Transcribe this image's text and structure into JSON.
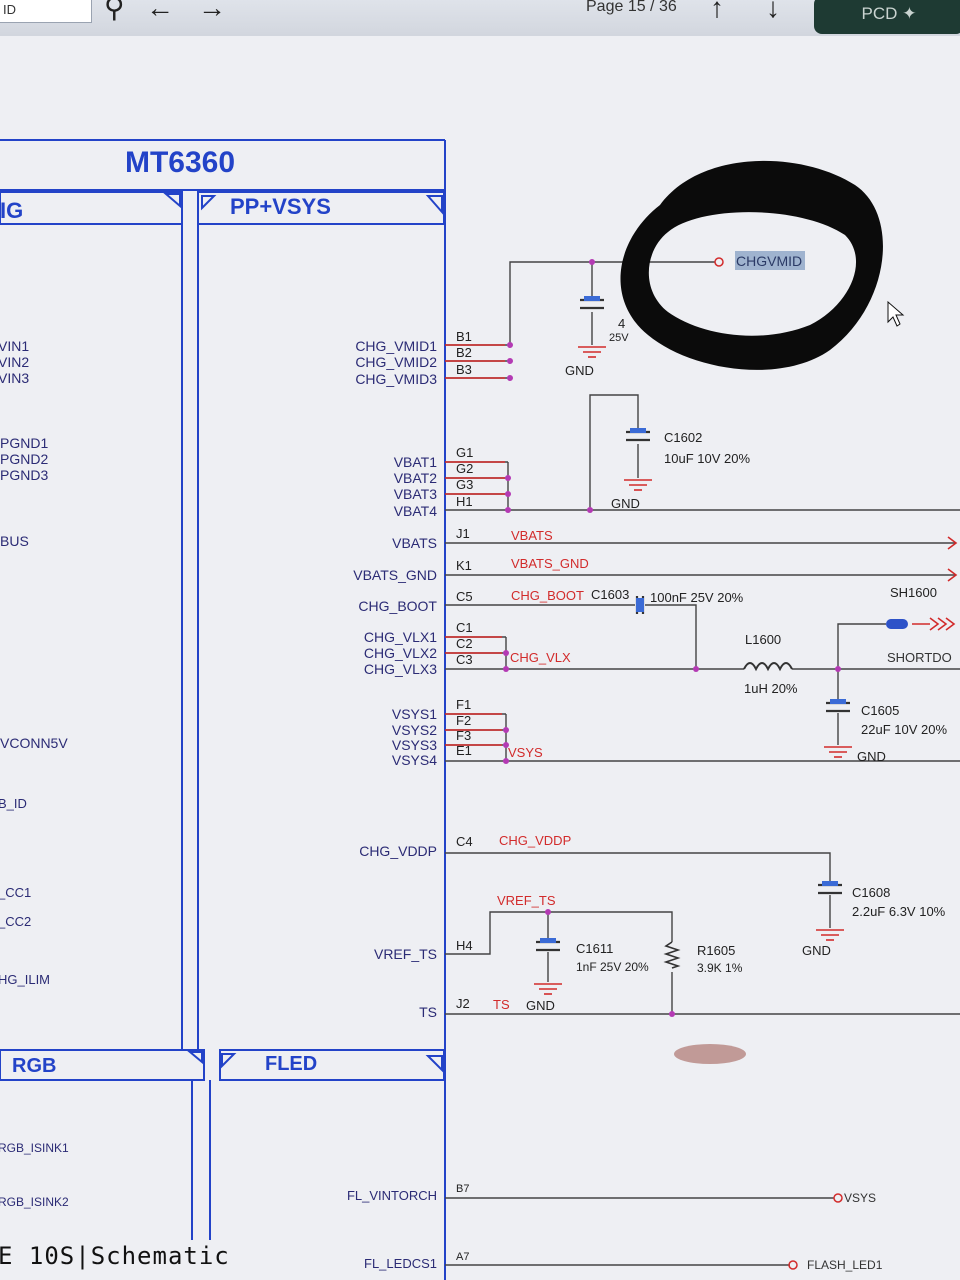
{
  "toolbar": {
    "field_text": "ID",
    "page_indicator": "Page 15 / 36",
    "pcd_label": "PCD",
    "icons": [
      "search-icon",
      "arrow-left-icon",
      "arrow-right-icon",
      "arrow-up-icon",
      "arrow-down-icon",
      "pin-icon"
    ]
  },
  "schematic": {
    "chip_title": "MT6360",
    "sections": {
      "left_top": "IG",
      "right_top": "PP+VSYS",
      "left_bottom": "RGB",
      "right_bottom": "FLED"
    },
    "left_pins": [
      "VIN1",
      "VIN2",
      "VIN3",
      "PGND1",
      "PGND2",
      "PGND3",
      "BUS",
      "VCONN5V",
      "B_ID",
      "_CC1",
      "_CC2",
      "HG_ILIM",
      "RGB_ISINK1",
      "RGB_ISINK2"
    ],
    "right_pins": [
      {
        "name": "CHG_VMID1",
        "ball": "B1"
      },
      {
        "name": "CHG_VMID2",
        "ball": "B2"
      },
      {
        "name": "CHG_VMID3",
        "ball": "B3"
      },
      {
        "name": "VBAT1",
        "ball": "G1"
      },
      {
        "name": "VBAT2",
        "ball": "G2"
      },
      {
        "name": "VBAT3",
        "ball": "G3"
      },
      {
        "name": "VBAT4",
        "ball": "H1"
      },
      {
        "name": "VBATS",
        "ball": "J1"
      },
      {
        "name": "VBATS_GND",
        "ball": "K1"
      },
      {
        "name": "CHG_BOOT",
        "ball": "C5"
      },
      {
        "name": "CHG_VLX1",
        "ball": "C1"
      },
      {
        "name": "CHG_VLX2",
        "ball": "C2"
      },
      {
        "name": "CHG_VLX3",
        "ball": "C3"
      },
      {
        "name": "VSYS1",
        "ball": "F1"
      },
      {
        "name": "VSYS2",
        "ball": "F2"
      },
      {
        "name": "VSYS3",
        "ball": "F3"
      },
      {
        "name": "VSYS4",
        "ball": "E1"
      },
      {
        "name": "CHG_VDDP",
        "ball": "C4"
      },
      {
        "name": "VREF_TS",
        "ball": "H4"
      },
      {
        "name": "TS",
        "ball": "J2"
      },
      {
        "name": "FL_VINTORCH",
        "ball": "B7"
      },
      {
        "name": "FL_LEDCS1",
        "ball": "A7"
      }
    ],
    "nets": {
      "chgvmid": "CHGVMID",
      "vbats": "VBATS",
      "vbats_gnd": "VBATS_GND",
      "chg_boot": "CHG_BOOT",
      "chg_vlx": "CHG_VLX",
      "vsys": "VSYS",
      "chg_vddp": "CHG_VDDP",
      "vref_ts": "VREF_TS",
      "ts": "TS",
      "vsys_out": "VSYS",
      "flash_led1": "FLASH_LED1",
      "shortdo": "SHORTDO",
      "gnd": "GND"
    },
    "components": {
      "c1601_partial_value": "4",
      "c1601_partial_rating": "25V",
      "c1602": {
        "ref": "C1602",
        "value": "10uF 10V 20%"
      },
      "c1603": {
        "ref": "C1603",
        "value": "100nF 25V 20%"
      },
      "l1600": {
        "ref": "L1600",
        "value": "1uH 20%"
      },
      "sh1600": {
        "ref": "SH1600"
      },
      "c1605": {
        "ref": "C1605",
        "value": "22uF 10V 20%"
      },
      "c1608": {
        "ref": "C1608",
        "value": "2.2uF 6.3V 10%"
      },
      "c1611": {
        "ref": "C1611",
        "value": "1nF 25V 20%"
      },
      "r1605": {
        "ref": "R1605",
        "value": "3.9K 1%"
      }
    },
    "footer_title": "E 10S|Schematic"
  },
  "colors": {
    "net_red": "#d22b2b",
    "chip_blue": "#2343c8",
    "wire": "#444444",
    "pin_text": "#2b2b75",
    "toolbar_dark": "#1e3a33"
  }
}
